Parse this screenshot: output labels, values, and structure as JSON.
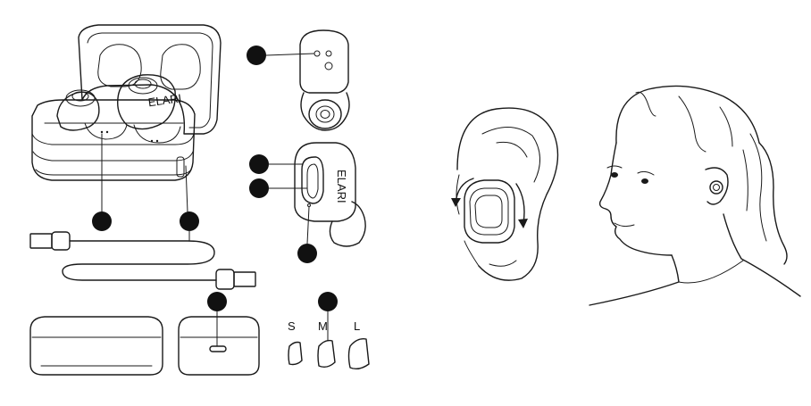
{
  "brand_logo": "ELARI",
  "size_labels": {
    "small": "S",
    "medium": "M",
    "large": "L"
  },
  "colors": {
    "line": "#1a1a1a",
    "marker": "#111111",
    "background": "#ffffff"
  },
  "icons": [
    "charging-case-icon",
    "earbud-icon",
    "usb-cable-icon",
    "ear-tip-icon",
    "ear-icon",
    "head-icon"
  ]
}
